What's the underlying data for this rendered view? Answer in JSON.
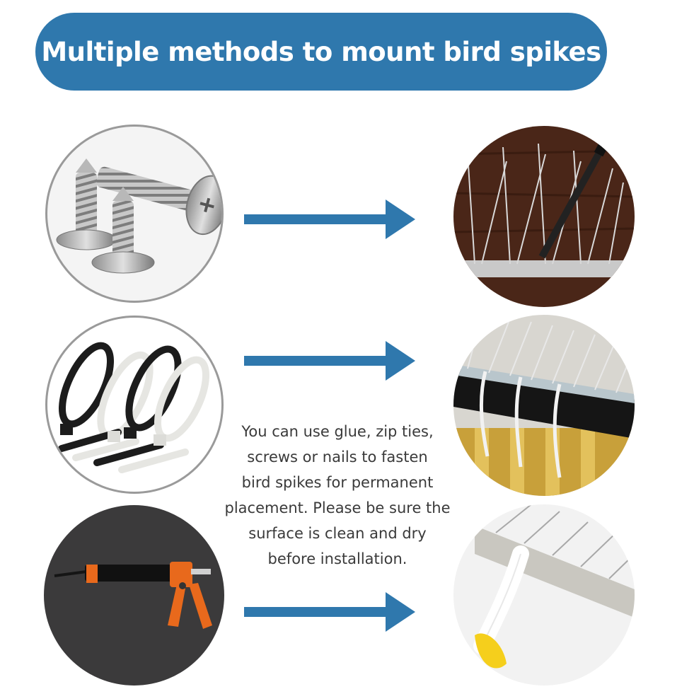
{
  "header": {
    "title": "Multiple methods to mount bird spikes",
    "color": "#2f78ad"
  },
  "methods": [
    {
      "name": "screws",
      "icon": "screws-icon",
      "result_icon": "spikes-on-wood-icon"
    },
    {
      "name": "zip ties",
      "icon": "zip-ties-icon",
      "result_icon": "spikes-zip-tied-icon"
    },
    {
      "name": "glue",
      "icon": "caulking-gun-icon",
      "result_icon": "spikes-glued-icon"
    }
  ],
  "arrow_color": "#2f78ad",
  "description": {
    "lines": [
      "You can use glue, zip ties,",
      "screws or nails to fasten",
      "bird spikes for permanent",
      "placement. Please be sure the",
      "surface is clean and dry",
      "before installation."
    ]
  }
}
